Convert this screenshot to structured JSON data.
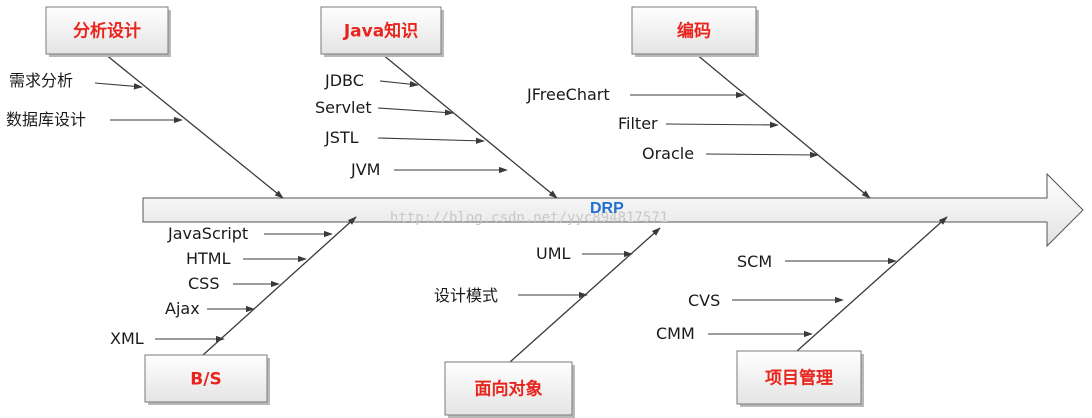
{
  "spine": {
    "label": "DRP"
  },
  "watermark": "http://blog.csdn.net/yyc894817571",
  "colors": {
    "category_text": "#e8241d",
    "spine_text": "#1f6fd1",
    "line": "#3a3a3a"
  },
  "categories": [
    {
      "id": "analysis",
      "label": "分析设计",
      "items": [
        "需求分析",
        "数据库设计"
      ]
    },
    {
      "id": "java",
      "label": "Java知识",
      "items": [
        "JDBC",
        "Servlet",
        "JSTL",
        "JVM"
      ]
    },
    {
      "id": "coding",
      "label": "编码",
      "items": [
        "JFreeChart",
        "Filter",
        "Oracle"
      ]
    },
    {
      "id": "bs",
      "label": "B/S",
      "items": [
        "JavaScript",
        "HTML",
        "CSS",
        "Ajax",
        "XML"
      ]
    },
    {
      "id": "oo",
      "label": "面向对象",
      "items": [
        "UML",
        "设计模式"
      ]
    },
    {
      "id": "pm",
      "label": "项目管理",
      "items": [
        "SCM",
        "CVS",
        "CMM"
      ]
    }
  ]
}
